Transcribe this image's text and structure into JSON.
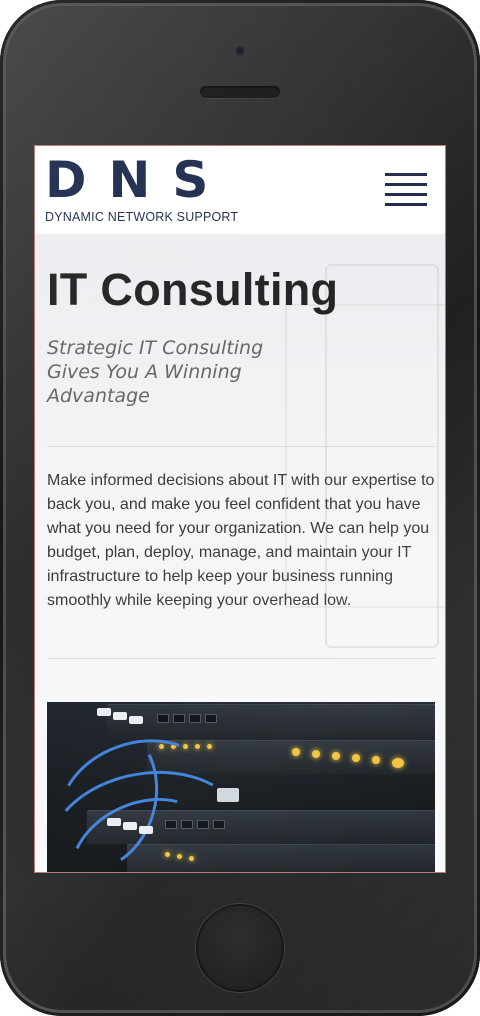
{
  "header": {
    "logo_text": "DNS",
    "logo_tagline": "DYNAMIC NETWORK SUPPORT",
    "menu_icon": "hamburger-menu-icon"
  },
  "main": {
    "title": "IT Consulting",
    "subtitle": "Strategic IT Consulting Gives You A Winning Advantage",
    "body": "Make informed decisions about IT with our expertise to back you, and make you feel confident that you have what you need for your organization. We can help you budget, plan, deploy, manage, and maintain your IT infrastructure to help keep your business running smoothly while keeping your overhead low.",
    "image": "server-rack-image"
  },
  "colors": {
    "brand_navy": "#1d2a4d",
    "title_text": "#222222",
    "body_text": "#3a3a3a",
    "cable_blue": "#3c7fd9",
    "led_amber": "#f2c23a"
  }
}
